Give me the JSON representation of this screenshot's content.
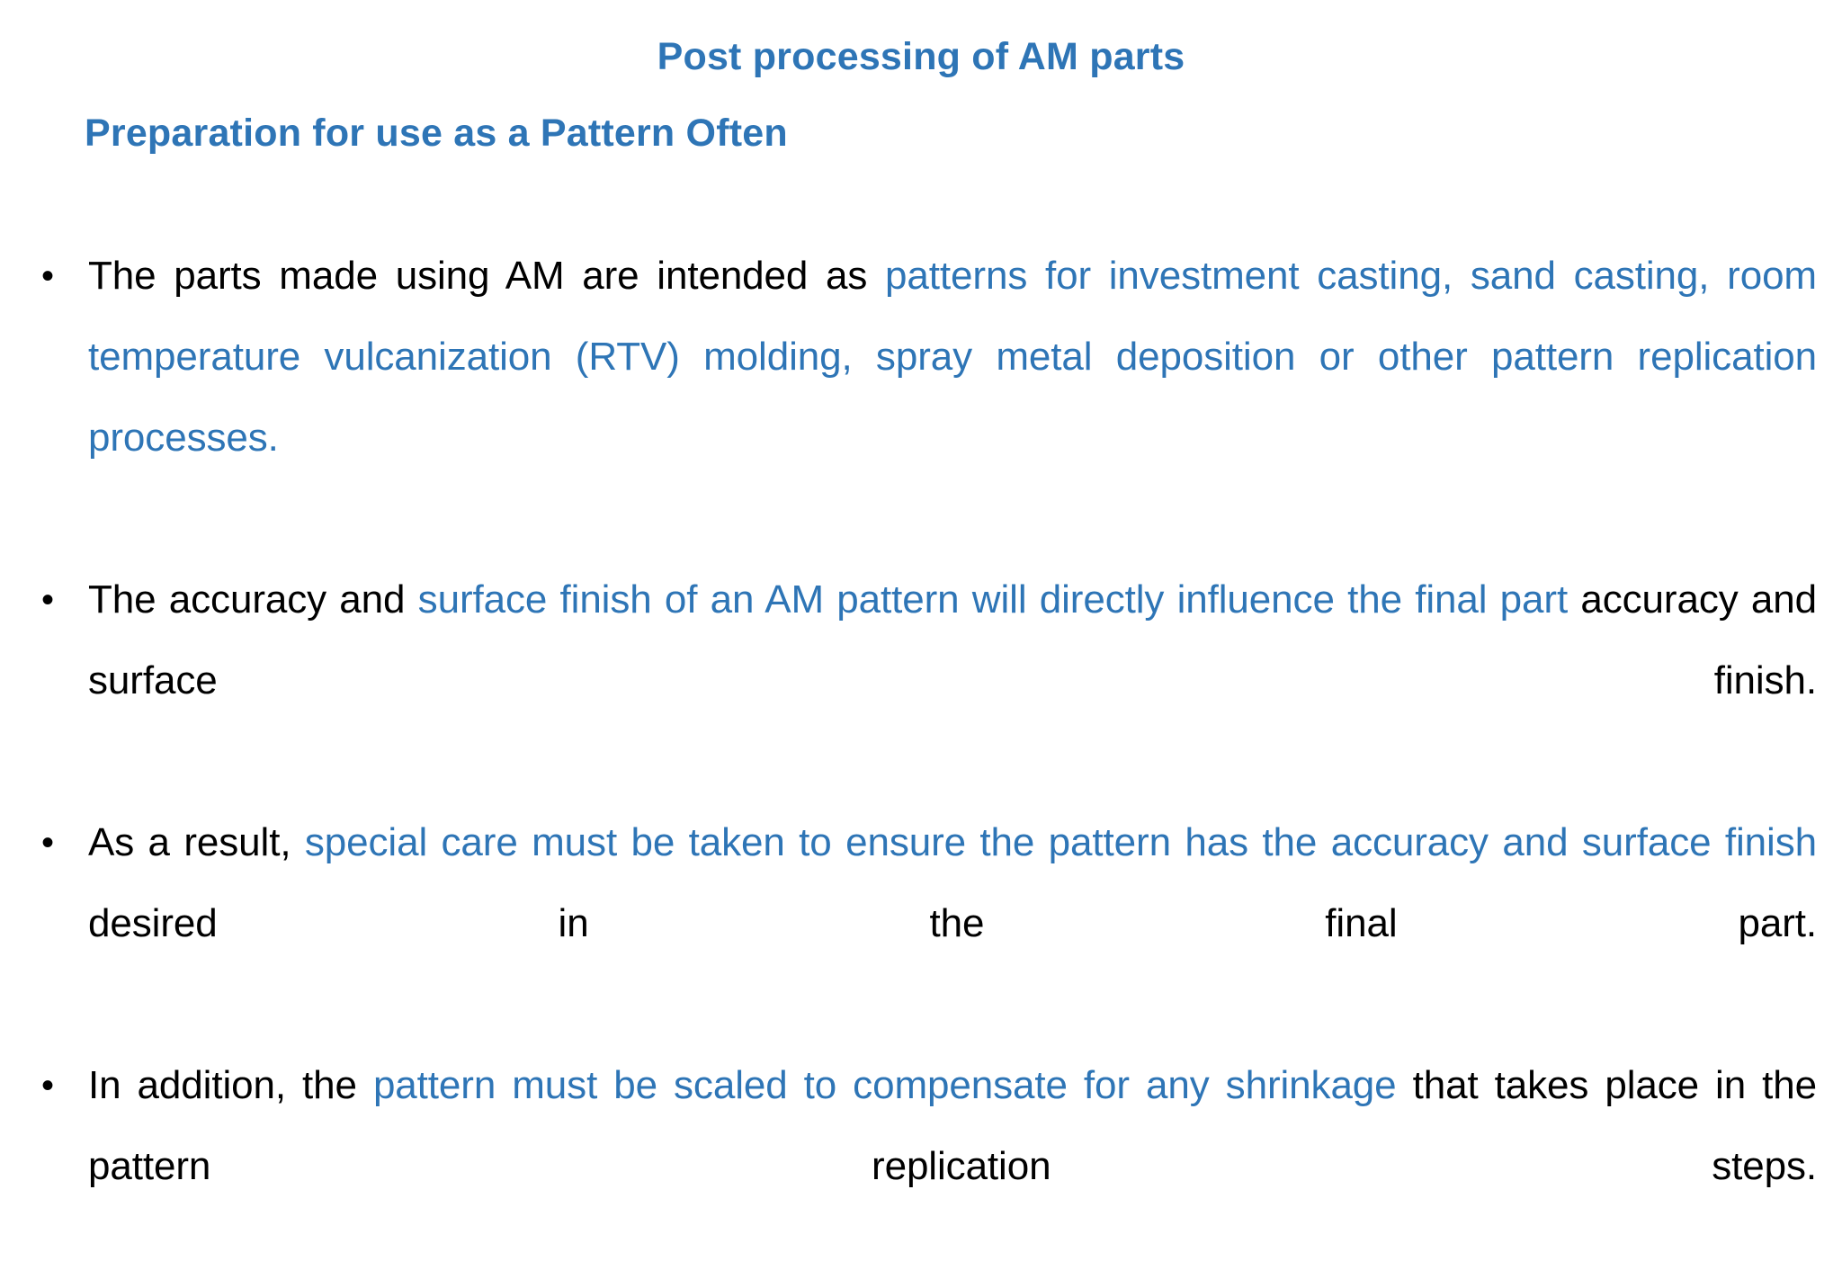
{
  "slide": {
    "title": "Post processing of AM parts",
    "subtitle": "Preparation for use as a Pattern Often",
    "colors": {
      "accent_blue": "#2E75B6",
      "body_black": "#000000",
      "background": "#FFFFFF"
    },
    "bullet_marker": "•",
    "bullets": [
      {
        "id": "bullet-1",
        "segments": [
          {
            "color": "black",
            "text": "The parts made using AM are intended as "
          },
          {
            "color": "blue",
            "text": "patterns for investment casting, sand casting, room temperature vulcanization (RTV) molding, spray metal deposition or other pattern replication processes."
          }
        ]
      },
      {
        "id": "bullet-2",
        "segments": [
          {
            "color": "black",
            "text": "The accuracy and "
          },
          {
            "color": "blue",
            "text": "surface finish of an AM pattern will directly influence the final part"
          },
          {
            "color": "black",
            "text": " accuracy and surface finish."
          }
        ]
      },
      {
        "id": "bullet-3",
        "segments": [
          {
            "color": "black",
            "text": "As a result, "
          },
          {
            "color": "blue",
            "text": "special care must be taken to ensure the pattern has the accuracy and surface finish"
          },
          {
            "color": "black",
            "text": " desired in the final part."
          }
        ]
      },
      {
        "id": "bullet-4",
        "segments": [
          {
            "color": "black",
            "text": "In addition, the "
          },
          {
            "color": "blue",
            "text": "pattern must be scaled to compensate for any shrinkage"
          },
          {
            "color": "black",
            "text": " that takes place in the pattern replication steps."
          }
        ]
      }
    ]
  }
}
